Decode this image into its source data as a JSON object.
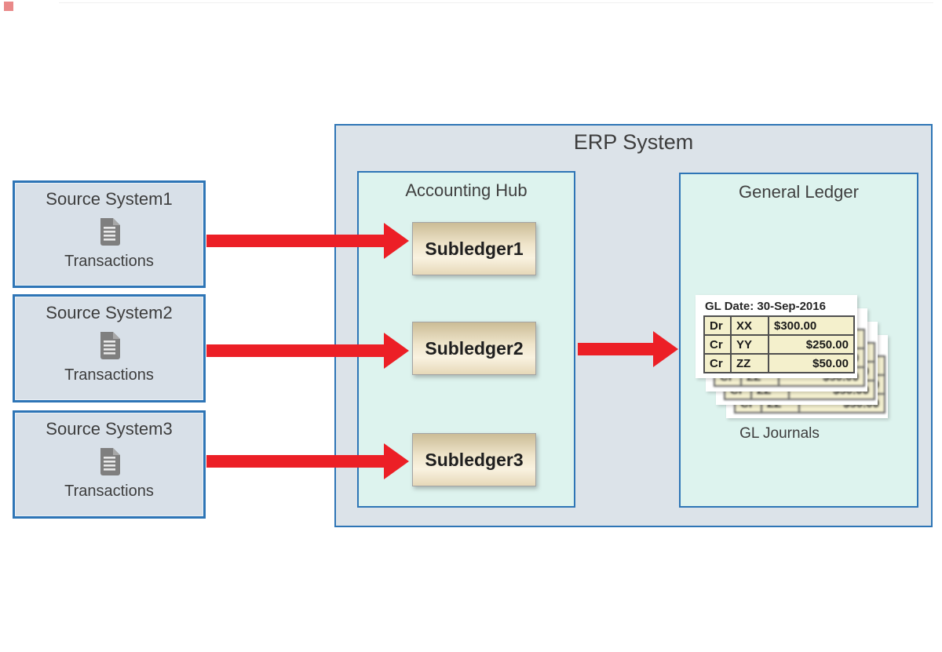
{
  "colors": {
    "arrow_red": "#ec1f26",
    "box_border_blue": "#2e75b6",
    "erp_fill": "#dce3e9",
    "hub_gl_fill": "#ddf3ee",
    "source_fill": "#d8e0e8",
    "subledger_tan_top": "#cbbc96",
    "subledger_tan_bottom": "#e6d8b8",
    "journal_cell": "#f4f0cc",
    "corner_marker": "#dd4a4a"
  },
  "erp": {
    "title": "ERP System"
  },
  "accounting_hub": {
    "title": "Accounting Hub"
  },
  "general_ledger": {
    "title": "General Ledger",
    "caption": "GL Journals"
  },
  "subledgers": [
    {
      "label": "Subledger1"
    },
    {
      "label": "Subledger2"
    },
    {
      "label": "Subledger3"
    }
  ],
  "source_systems": [
    {
      "title": "Source System1",
      "label": "Transactions"
    },
    {
      "title": "Source System2",
      "label": "Transactions"
    },
    {
      "title": "Source System3",
      "label": "Transactions"
    }
  ],
  "journal": {
    "date_label": "GL Date: 30-Sep-2016",
    "rows": [
      {
        "dc": "Dr",
        "acct": "XX",
        "amount": "$300.00"
      },
      {
        "dc": "Cr",
        "acct": "YY",
        "amount": "$250.00"
      },
      {
        "dc": "Cr",
        "acct": "ZZ",
        "amount": "$50.00"
      }
    ]
  }
}
